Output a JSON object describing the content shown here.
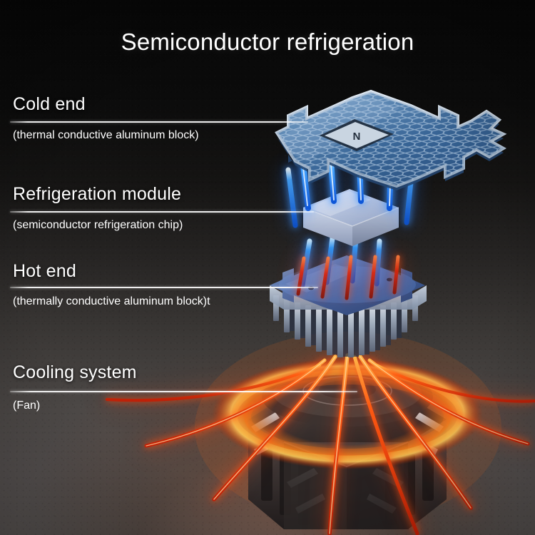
{
  "title": "Semiconductor refrigeration",
  "background": {
    "top_color": "#0a0a0a",
    "bottom_color": "#5a5553",
    "warm_glow_color": "#964623"
  },
  "labels": [
    {
      "id": "cold-end",
      "head": "Cold end",
      "sub": "(thermal conductive aluminum block)",
      "points_to": "cold-plate"
    },
    {
      "id": "refrigeration-module",
      "head": "Refrigeration module",
      "sub": "(semiconductor refrigeration chip)",
      "points_to": "peltier-chip"
    },
    {
      "id": "hot-end",
      "head": "Hot end",
      "sub": "(thermally conductive aluminum block)t",
      "points_to": "heatsink"
    },
    {
      "id": "cooling-system",
      "head": "Cooling system",
      "sub": "(Fan)",
      "points_to": "fan"
    }
  ],
  "diagram": {
    "parts": [
      {
        "id": "cold-plate",
        "name": "honeycomb cold plate",
        "color": "#5b86b5"
      },
      {
        "id": "peltier-chip",
        "name": "semiconductor refrigeration chip",
        "color": "#aab7d8"
      },
      {
        "id": "heatsink",
        "name": "finned hot-end block",
        "color": "#4a5f8c"
      },
      {
        "id": "fan",
        "name": "cooling fan housing",
        "color": "#3a3432"
      }
    ],
    "beams": {
      "cold_color": "#1f8cff",
      "cold_core_color": "#bfe4ff",
      "hot_color": "#ff3a08",
      "hot_core_color": "#ffd27a",
      "cold_beam_count": 5,
      "hot_beam_count": 6,
      "fan_beam_count": 8
    },
    "badge": {
      "name": "product-logo-badge",
      "shape": "diamond"
    },
    "ring": {
      "name": "heat-glow-ring",
      "color": "#ff7a14"
    }
  }
}
